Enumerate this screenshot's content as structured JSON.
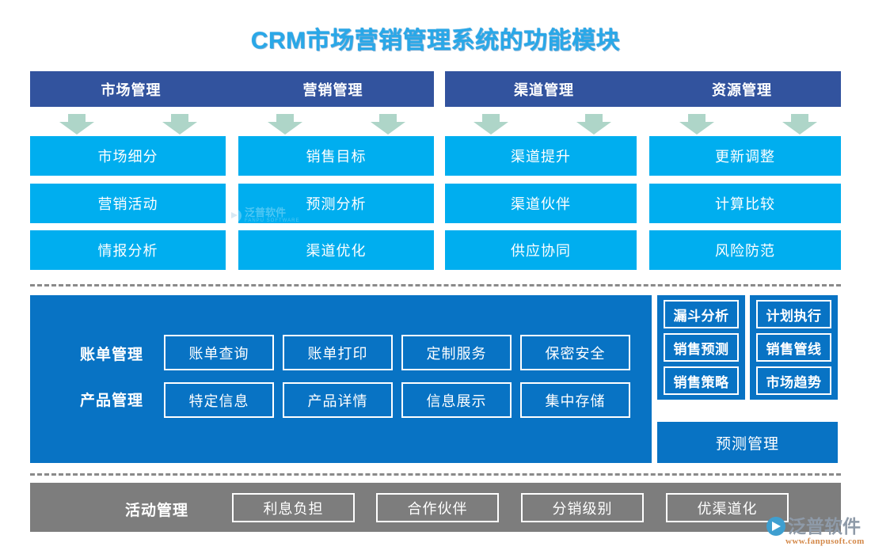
{
  "title": "CRM市场营销管理系统的功能模块",
  "colors": {
    "title": "#29a8e8",
    "header_bar": "#32539e",
    "tile": "#00aeef",
    "arrow": "#aed5c8",
    "panel": "#0873c4",
    "gray_bar": "#7d7d7d",
    "dash": "#8a8a8a",
    "brand_text": "#8e9aa8",
    "brand_url": "#d4894a"
  },
  "headers": {
    "left_group": [
      "市场管理",
      "营销管理"
    ],
    "right_group": [
      "渠道管理",
      "资源管理"
    ]
  },
  "columns": [
    {
      "header": "市场管理",
      "items": [
        "市场细分",
        "营销活动",
        "情报分析"
      ]
    },
    {
      "header": "营销管理",
      "items": [
        "销售目标",
        "预测分析",
        "渠道优化"
      ]
    },
    {
      "header": "渠道管理",
      "items": [
        "渠道提升",
        "渠道伙伴",
        "供应协同"
      ]
    },
    {
      "header": "资源管理",
      "items": [
        "更新调整",
        "计算比较",
        "风险防范"
      ]
    }
  ],
  "mid_panel": {
    "rows": [
      {
        "label": "账单管理",
        "items": [
          "账单查询",
          "账单打印",
          "定制服务",
          "保密安全"
        ]
      },
      {
        "label": "产品管理",
        "items": [
          "特定信息",
          "产品详情",
          "信息展示",
          "集中存储"
        ]
      }
    ]
  },
  "side_panel": {
    "sub_groups": [
      {
        "items": [
          "漏斗分析",
          "销售预测",
          "销售策略"
        ]
      },
      {
        "items": [
          "计划执行",
          "销售管线",
          "市场趋势"
        ]
      }
    ],
    "wide_label": "预测管理"
  },
  "bottom_bar": {
    "label": "活动管理",
    "items": [
      "利息负担",
      "合作伙伴",
      "分销级别",
      "优渠道化"
    ]
  },
  "watermark": {
    "name": "泛普软件",
    "sub": "FANPU SOFTWARE"
  },
  "brand": {
    "name": "泛普软件",
    "url": "www.fanpusoft.com"
  }
}
